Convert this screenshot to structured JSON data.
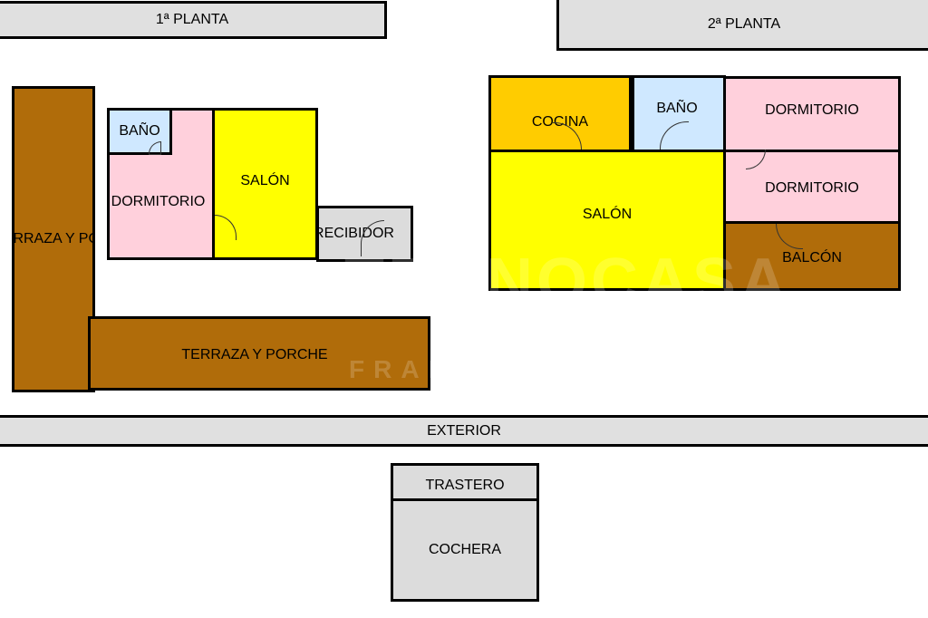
{
  "floors": {
    "first": "1ª PLANTA",
    "second": "2ª PLANTA",
    "exterior": "EXTERIOR"
  },
  "first_floor": {
    "terrace_vertical": "TERRAZA Y PORCHE",
    "terrace_horizontal": "TERRAZA Y PORCHE",
    "bathroom": "BAÑO",
    "bedroom": "DORMITORIO",
    "living_room": "SALÓN",
    "hall": "RECIBIDOR"
  },
  "second_floor": {
    "kitchen": "COCINA",
    "bathroom": "BAÑO",
    "bedroom_1": "DORMITORIO",
    "bedroom_2": "DORMITORIO",
    "living_room": "SALÓN",
    "balcony": "BALCÓN"
  },
  "exterior_rooms": {
    "storage": "TRASTERO",
    "garage": "COCHERA"
  },
  "colors": {
    "terrace": "#b06c0a",
    "bedroom": "#ffd0dc",
    "living": "#ffff00",
    "bathroom": "#cfe8ff",
    "kitchen": "#ffcc00",
    "neutral": "#dcdcdc"
  },
  "watermark": {
    "brand": "TECNOCASA",
    "subtitle": "FRANQUICIA"
  }
}
